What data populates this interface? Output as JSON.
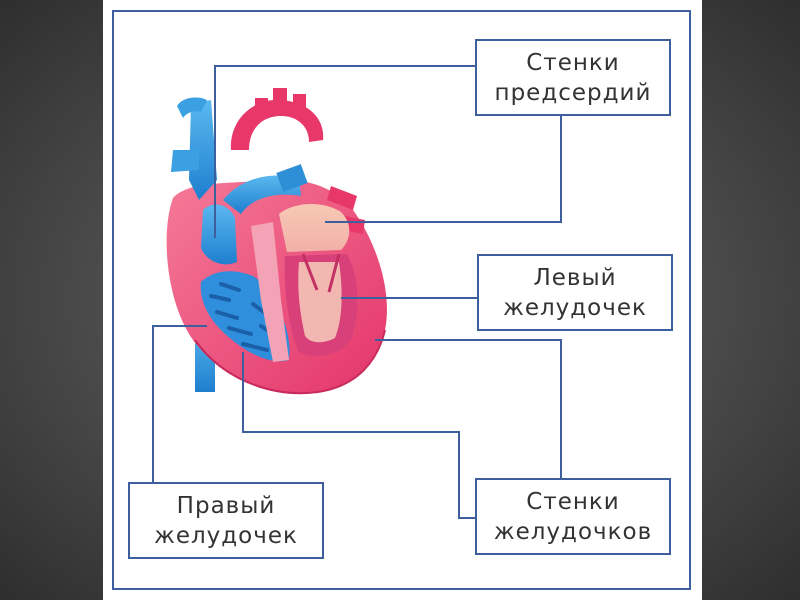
{
  "diagram": {
    "labels": {
      "atrial_walls": {
        "line1": "Стенки",
        "line2": "предсердий"
      },
      "left_ventricle": {
        "line1": "Левый",
        "line2": "желудочек"
      },
      "right_ventricle": {
        "line1": "Правый",
        "line2": "желудочек"
      },
      "ventricle_walls": {
        "line1": "Стенки",
        "line2": "желудочков"
      }
    }
  },
  "colors": {
    "frame_border": "#3d5f9e",
    "oxygen_poor_blue": "#2e8fd6",
    "oxygen_rich_red": "#e8386a",
    "heart_muscle": "#f26a8c",
    "slide_background": "#ffffff"
  }
}
